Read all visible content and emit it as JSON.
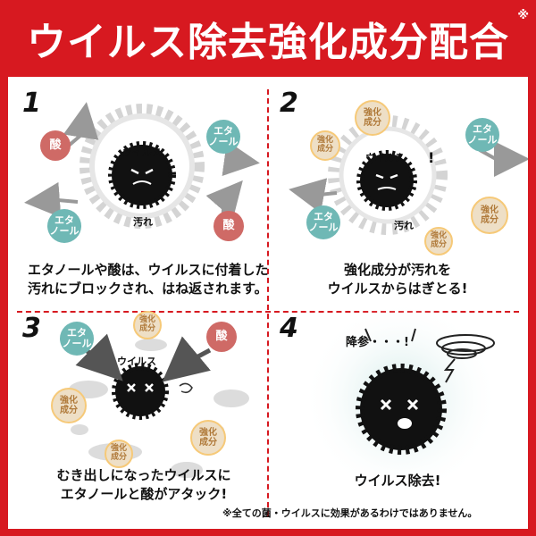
{
  "banner": {
    "title": "ウイルス除去強化成分配合",
    "note": "※"
  },
  "labels": {
    "virus": "ウイルス",
    "dirt": "汚れ",
    "ethanol": "エタ\nノール",
    "acid": "酸",
    "enhancer": "強化\n成分"
  },
  "steps": [
    {
      "number": "1",
      "caption_lines": [
        "エタノールや酸は、ウイルスに付着した",
        "汚れにブロックされ、はね返されます。"
      ]
    },
    {
      "number": "2",
      "caption_lines": [
        "強化成分が汚れを",
        "ウイルスからはぎとる!"
      ]
    },
    {
      "number": "3",
      "caption_lines": [
        "むき出しになったウイルスに",
        "エタノールと酸がアタック!"
      ]
    },
    {
      "number": "4",
      "caption_lines": [
        "ウイルス除去!"
      ],
      "exclamation": "降参・・・!"
    }
  ],
  "footnote": "※全ての菌・ウイルスに効果があるわけではありません。",
  "colors": {
    "brand_red": "#d71920",
    "teal": "#6fb8b5",
    "acid_red": "#cf6a66",
    "enhancer_bg": "#eedfc6",
    "enhancer_border": "#f6c978"
  }
}
